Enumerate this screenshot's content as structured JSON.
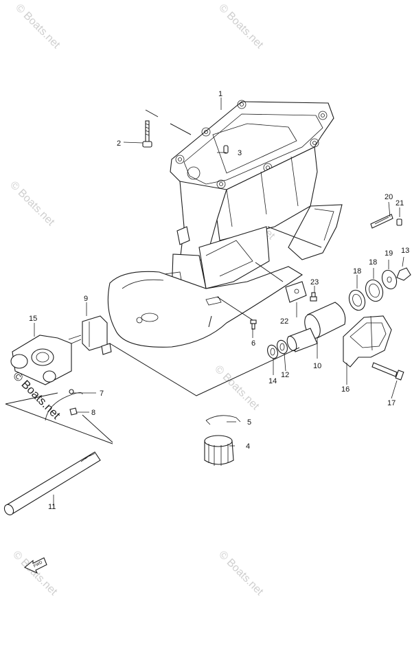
{
  "diagram": {
    "part_labels": [
      "1",
      "2",
      "3",
      "4",
      "5",
      "6",
      "7",
      "8",
      "9",
      "10",
      "11",
      "12",
      "13",
      "14",
      "15",
      "16",
      "17",
      "18",
      "18",
      "19",
      "20",
      "21",
      "22",
      "23"
    ],
    "direction_label": "FWD",
    "watermark_text": "© Boats.net",
    "colors": {
      "line": "#1a1a1a",
      "watermark": "#cfcfcf",
      "background": "#ffffff"
    }
  }
}
